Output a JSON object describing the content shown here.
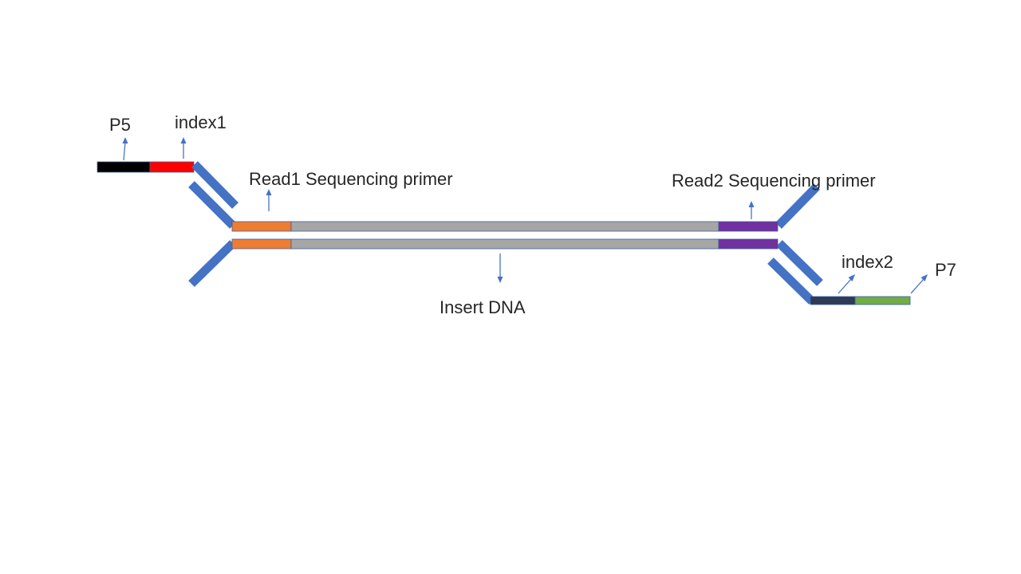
{
  "labels": {
    "p5": "P5",
    "index1": "index1",
    "read1_primer": "Read1 Sequencing primer",
    "read2_primer": "Read2 Sequencing primer",
    "index2": "index2",
    "p7": "P7",
    "insert_dna": "Insert DNA"
  },
  "colors": {
    "p5": "#000000",
    "index1": "#ff0000",
    "read1_primer": "#ed7d31",
    "insert_dna": "#a6a6a6",
    "read2_primer": "#7030a0",
    "index2": "#2e3a57",
    "p7": "#70ad47",
    "adapter": "#4472c4",
    "arrow": "#4472c4"
  }
}
